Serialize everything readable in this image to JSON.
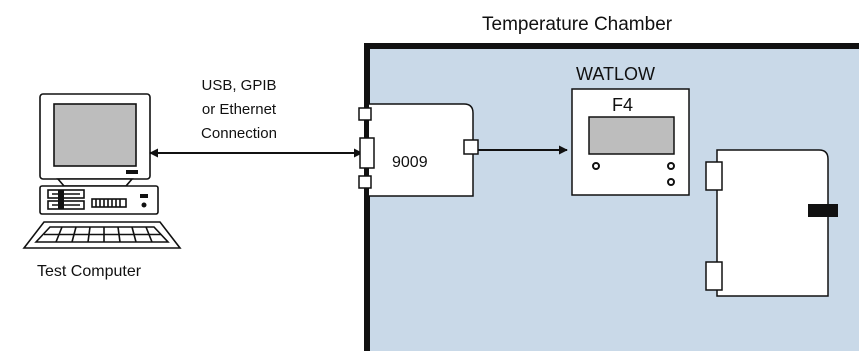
{
  "labels": {
    "chamber_title": "Temperature Chamber",
    "connection_line1": "USB, GPIB",
    "connection_line2": "or Ethernet",
    "connection_line3": "Connection",
    "test_computer": "Test Computer",
    "device_9009": "9009",
    "controller_brand": "WATLOW",
    "controller_model": "F4"
  },
  "colors": {
    "chamber_fill": "#c9d9e8",
    "outline": "#111111",
    "background": "#ffffff"
  }
}
